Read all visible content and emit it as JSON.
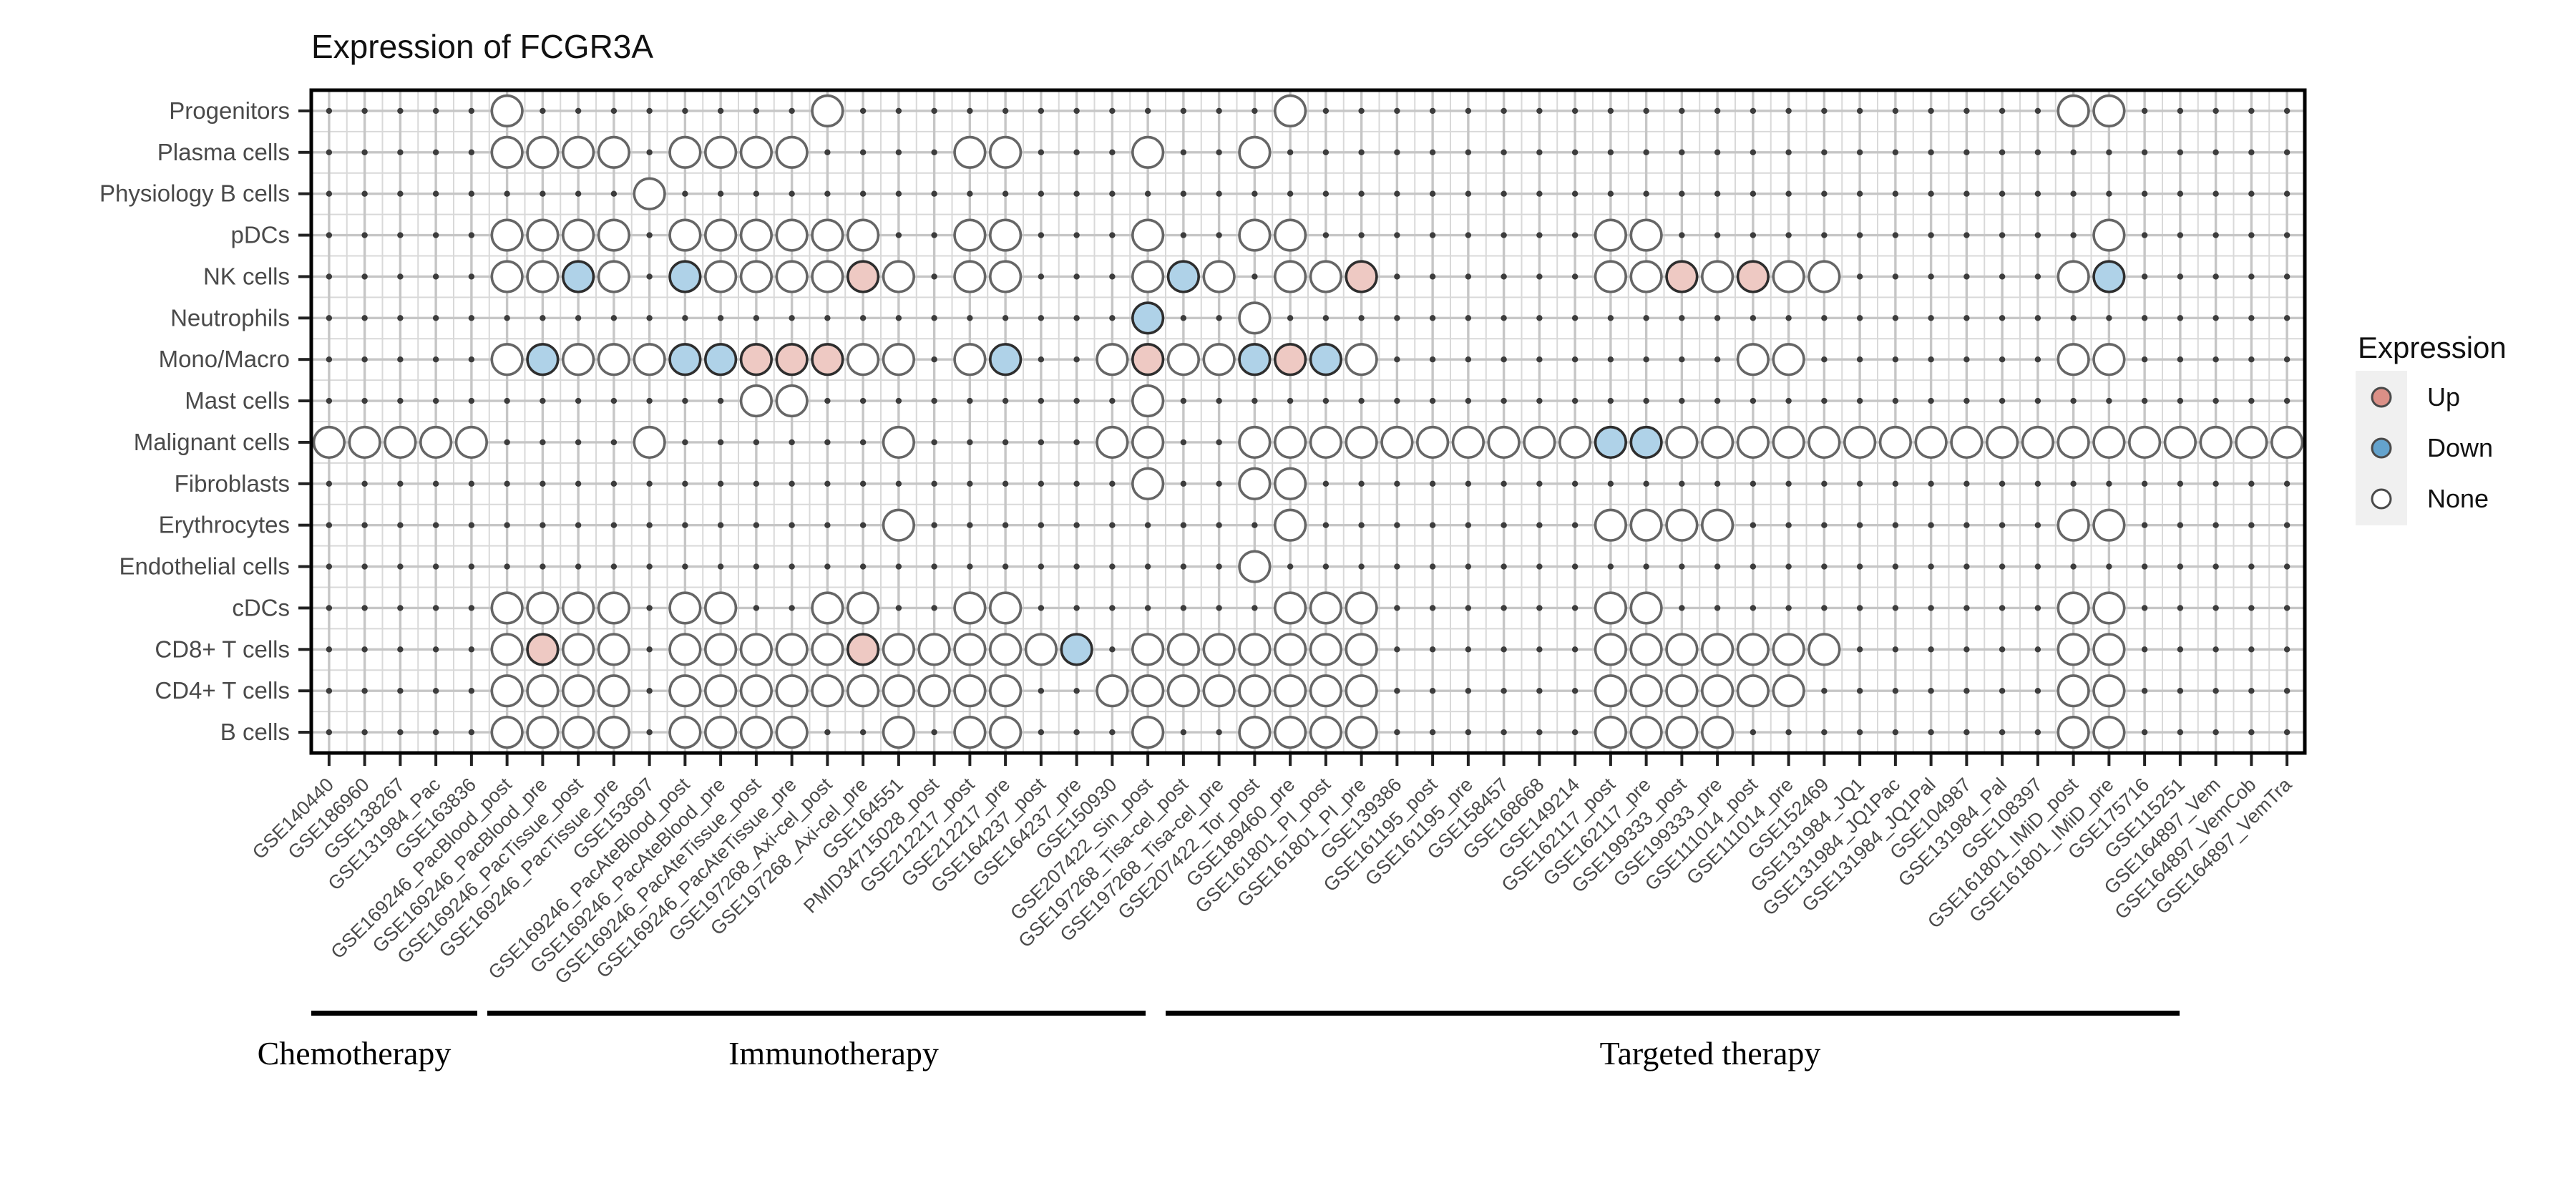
{
  "title": "Expression of FCGR3A",
  "legend": {
    "title": "Expression",
    "entries": [
      {
        "label": "Up",
        "value": "up"
      },
      {
        "label": "Down",
        "value": "down"
      },
      {
        "label": "None",
        "value": "none"
      }
    ]
  },
  "chart_data": {
    "type": "heatmap",
    "title": "Expression of FCGR3A",
    "xlabel": "",
    "ylabel": "",
    "grid": true,
    "legend_position": "right",
    "rows": [
      "Progenitors",
      "Plasma cells",
      "Physiology B cells",
      "pDCs",
      "NK cells",
      "Neutrophils",
      "Mono/Macro",
      "Mast cells",
      "Malignant cells",
      "Fibroblasts",
      "Erythrocytes",
      "Endothelial cells",
      "cDCs",
      "CD8+ T cells",
      "CD4+ T cells",
      "B cells"
    ],
    "columns": [
      "GSE140440",
      "GSE186960",
      "GSE138267",
      "GSE131984_Pac",
      "GSE163836",
      "GSE169246_PacBlood_post",
      "GSE169246_PacBlood_pre",
      "GSE169246_PacTissue_post",
      "GSE169246_PacTissue_pre",
      "GSE153697",
      "GSE169246_PacAteBlood_post",
      "GSE169246_PacAteBlood_pre",
      "GSE169246_PacAteTissue_post",
      "GSE169246_PacAteTissue_pre",
      "GSE197268_Axi-cel_post",
      "GSE197268_Axi-cel_pre",
      "GSE164551",
      "PMID34715028_post",
      "GSE212217_post",
      "GSE212217_pre",
      "GSE164237_post",
      "GSE164237_pre",
      "GSE150930",
      "GSE207422_Sin_post",
      "GSE197268_Tisa-cel_post",
      "GSE197268_Tisa-cel_pre",
      "GSE207422_Tor_post",
      "GSE189460_pre",
      "GSE161801_PI_post",
      "GSE161801_PI_pre",
      "GSE139386",
      "GSE161195_post",
      "GSE161195_pre",
      "GSE158457",
      "GSE168668",
      "GSE149214",
      "GSE162117_post",
      "GSE162117_pre",
      "GSE199333_post",
      "GSE199333_pre",
      "GSE111014_post",
      "GSE111014_pre",
      "GSE152469",
      "GSE131984_JQ1",
      "GSE131984_JQ1Pac",
      "GSE131984_JQ1Pal",
      "GSE104987",
      "GSE131984_Pal",
      "GSE108397",
      "GSE161801_IMiD_post",
      "GSE161801_IMiD_pre",
      "GSE175716",
      "GSE115251",
      "GSE164897_Vem",
      "GSE164897_VemCob",
      "GSE164897_VemTra"
    ],
    "groups": [
      {
        "label": "Chemotherapy",
        "col_start": 1,
        "col_end": 5
      },
      {
        "label": "Immunotherapy",
        "col_start": 6,
        "col_end": 23
      },
      {
        "label": "Targeted therapy",
        "col_start": 24,
        "col_end": 56
      }
    ],
    "cells": [
      {
        "row": "Progenitors",
        "up": [],
        "down": [],
        "none": [
          6,
          15,
          28,
          50,
          51
        ]
      },
      {
        "row": "Plasma cells",
        "up": [],
        "down": [],
        "none": [
          6,
          7,
          8,
          9,
          11,
          12,
          13,
          14,
          19,
          20,
          24,
          27
        ]
      },
      {
        "row": "Physiology B cells",
        "up": [],
        "down": [],
        "none": [
          10
        ]
      },
      {
        "row": "pDCs",
        "up": [],
        "down": [],
        "none": [
          6,
          7,
          8,
          9,
          11,
          12,
          13,
          14,
          15,
          16,
          19,
          20,
          24,
          27,
          28,
          37,
          38,
          51
        ]
      },
      {
        "row": "NK cells",
        "up": [
          16,
          30,
          39,
          41
        ],
        "down": [
          8,
          11,
          25,
          51
        ],
        "none": [
          6,
          7,
          9,
          12,
          13,
          14,
          15,
          17,
          19,
          20,
          24,
          26,
          28,
          29,
          37,
          38,
          40,
          42,
          43,
          50
        ]
      },
      {
        "row": "Neutrophils",
        "up": [],
        "down": [
          24
        ],
        "none": [
          27
        ]
      },
      {
        "row": "Mono/Macro",
        "up": [
          13,
          14,
          15,
          24,
          28
        ],
        "down": [
          7,
          11,
          12,
          20,
          27,
          29
        ],
        "none": [
          6,
          8,
          9,
          10,
          16,
          17,
          19,
          23,
          25,
          26,
          30,
          41,
          42,
          50,
          51
        ]
      },
      {
        "row": "Mast cells",
        "up": [],
        "down": [],
        "none": [
          13,
          14,
          24
        ]
      },
      {
        "row": "Malignant cells",
        "up": [],
        "down": [
          37,
          38
        ],
        "none": [
          1,
          2,
          3,
          4,
          5,
          10,
          17,
          23,
          24,
          27,
          28,
          29,
          30,
          31,
          32,
          33,
          34,
          35,
          36,
          39,
          40,
          41,
          42,
          43,
          44,
          45,
          46,
          47,
          48,
          49,
          50,
          51,
          52,
          53,
          54,
          55,
          56
        ]
      },
      {
        "row": "Fibroblasts",
        "up": [],
        "down": [],
        "none": [
          24,
          27,
          28
        ]
      },
      {
        "row": "Erythrocytes",
        "up": [],
        "down": [],
        "none": [
          17,
          28,
          37,
          38,
          39,
          40,
          50,
          51
        ]
      },
      {
        "row": "Endothelial cells",
        "up": [],
        "down": [],
        "none": [
          27
        ]
      },
      {
        "row": "cDCs",
        "up": [],
        "down": [],
        "none": [
          6,
          7,
          8,
          9,
          11,
          12,
          15,
          16,
          19,
          20,
          28,
          29,
          30,
          37,
          38,
          50,
          51
        ]
      },
      {
        "row": "CD8+ T cells",
        "up": [
          7,
          16
        ],
        "down": [
          22
        ],
        "none": [
          6,
          8,
          9,
          11,
          12,
          13,
          14,
          15,
          17,
          18,
          19,
          20,
          21,
          24,
          25,
          26,
          27,
          28,
          29,
          30,
          37,
          38,
          39,
          40,
          41,
          42,
          43,
          50,
          51
        ]
      },
      {
        "row": "CD4+ T cells",
        "up": [],
        "down": [],
        "none": [
          6,
          7,
          8,
          9,
          11,
          12,
          13,
          14,
          15,
          16,
          17,
          18,
          19,
          20,
          23,
          24,
          25,
          26,
          27,
          28,
          29,
          30,
          37,
          38,
          39,
          40,
          41,
          42,
          50,
          51
        ]
      },
      {
        "row": "B cells",
        "up": [],
        "down": [],
        "none": [
          6,
          7,
          8,
          9,
          11,
          12,
          13,
          14,
          17,
          19,
          20,
          24,
          27,
          28,
          29,
          30,
          37,
          38,
          39,
          40,
          50,
          51
        ]
      }
    ],
    "colors": {
      "up_fill": "#EEC9C3",
      "down_fill": "#AFD2E8",
      "none_fill": "#FFFFFF",
      "legend_up": "#DB9087",
      "legend_down": "#64A3CD",
      "outline_colored": "#2E2E2E",
      "outline_none": "#666666",
      "grid_major": "#C6C6C6",
      "grid_minor": "#D9D9D9",
      "grid_dot": "#3C3C3C",
      "axis_text": "#4A4A4A",
      "border": "#000000"
    }
  }
}
